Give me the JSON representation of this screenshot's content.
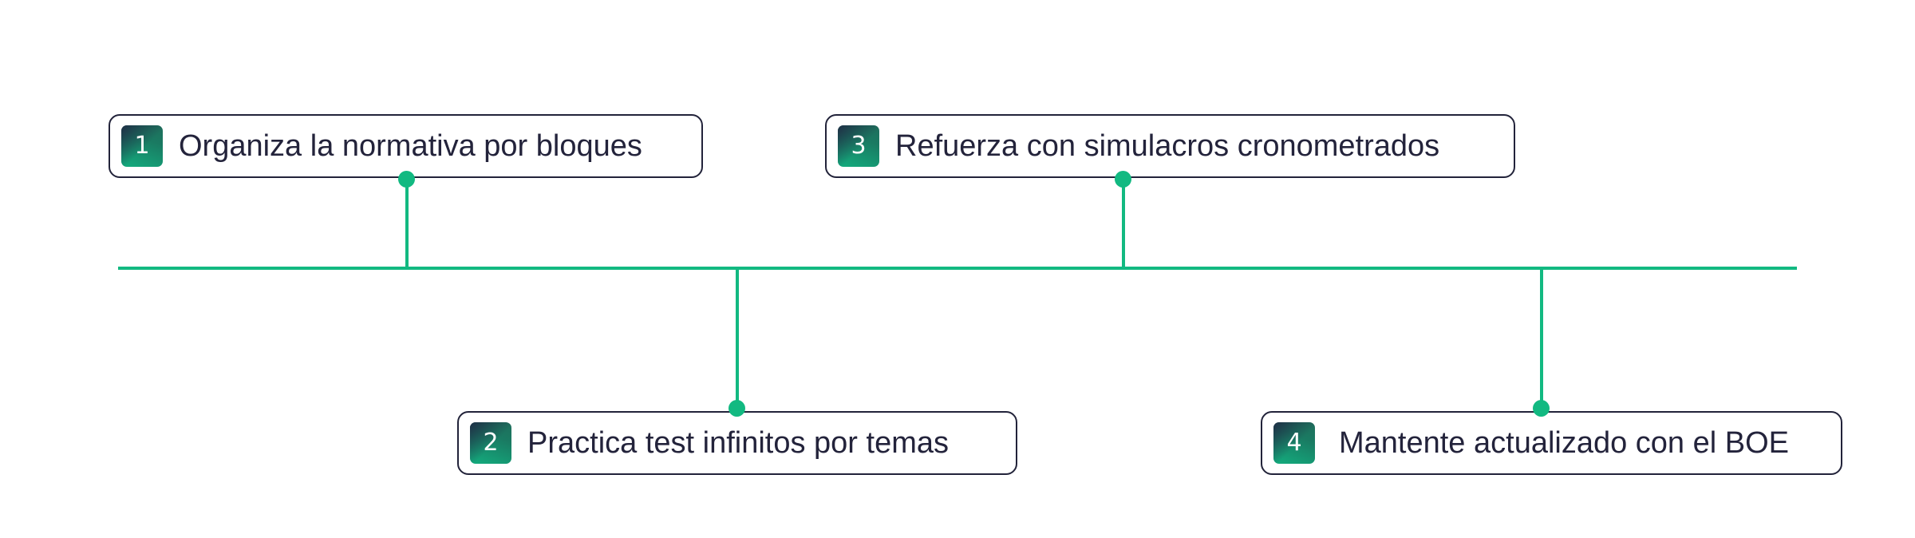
{
  "diagram": {
    "type": "timeline",
    "colors": {
      "line": "#12b981",
      "card_border": "#22233a",
      "text": "#23233b",
      "badge_gradient_start": "#1f2a44",
      "badge_gradient_end": "#13ad7e"
    },
    "steps": [
      {
        "number": "1",
        "label": "Organiza la normativa por bloques",
        "position": "above"
      },
      {
        "number": "2",
        "label": "Practica test infinitos por temas",
        "position": "below"
      },
      {
        "number": "3",
        "label": "Refuerza con simulacros cronometrados",
        "position": "above"
      },
      {
        "number": "4",
        "label": "Mantente actualizado con el BOE",
        "position": "below"
      }
    ]
  }
}
